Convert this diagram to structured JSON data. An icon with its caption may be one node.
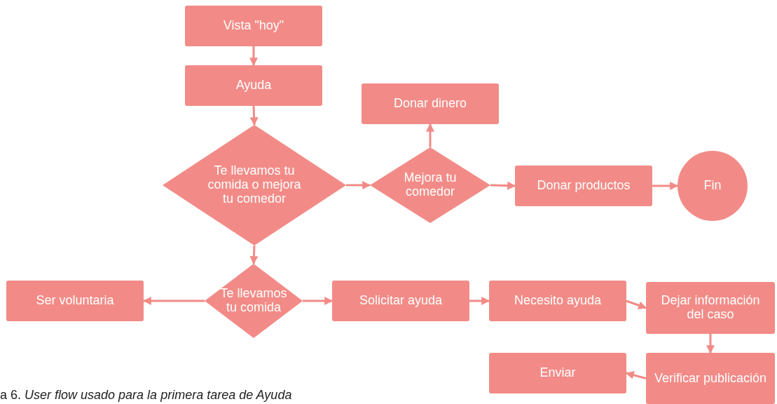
{
  "diagram": {
    "caption": "a 6. *User flow usado para la primera tarea de Ayuda*",
    "nodes": [
      {
        "text": [
          "Vista \"hoy\""
        ]
      },
      {
        "text": [
          "Ayuda"
        ]
      },
      {
        "text": [
          "Te llevamos tu comida o mejora tu comedor"
        ]
      },
      {
        "text": [
          "Mejora tu comedor"
        ]
      },
      {
        "text": [
          "Donar dinero"
        ]
      },
      {
        "text": [
          "Donar productos"
        ]
      },
      {
        "text": [
          "Fin"
        ]
      },
      {
        "text": [
          "Te llevamos tu comida"
        ]
      },
      {
        "text": [
          "Ser voluntaria"
        ]
      },
      {
        "text": [
          "Solicitar ayuda"
        ]
      },
      {
        "text": [
          "Necesito ayuda"
        ]
      },
      {
        "text": [
          "Dejar información del caso"
        ]
      },
      {
        "text": [
          "Verificar publicación"
        ]
      },
      {
        "text": [
          "Enviar"
        ]
      }
    ],
    "edges": [
      {
        "from": 0,
        "to": 1,
        "arrow": "to"
      },
      {
        "from": 1,
        "to": 2,
        "arrow": "to"
      },
      {
        "from": 2,
        "to": 3,
        "arrow": "to"
      },
      {
        "from": 3,
        "to": 4,
        "arrow": "to"
      },
      {
        "from": 3,
        "to": 5,
        "arrow": "to"
      },
      {
        "from": 5,
        "to": 6,
        "arrow": "to"
      },
      {
        "from": 2,
        "to": 7,
        "arrow": "to"
      },
      {
        "from": 7,
        "to": 8,
        "arrow": "to"
      },
      {
        "from": 7,
        "to": 9,
        "arrow": "to"
      },
      {
        "from": 9,
        "to": 10,
        "arrow": "to"
      },
      {
        "from": 10,
        "to": 11,
        "arrow": "to"
      },
      {
        "from": 11,
        "to": 12,
        "arrow": "to"
      },
      {
        "from": 12,
        "to": 13,
        "arrow": "to"
      }
    ]
  }
}
